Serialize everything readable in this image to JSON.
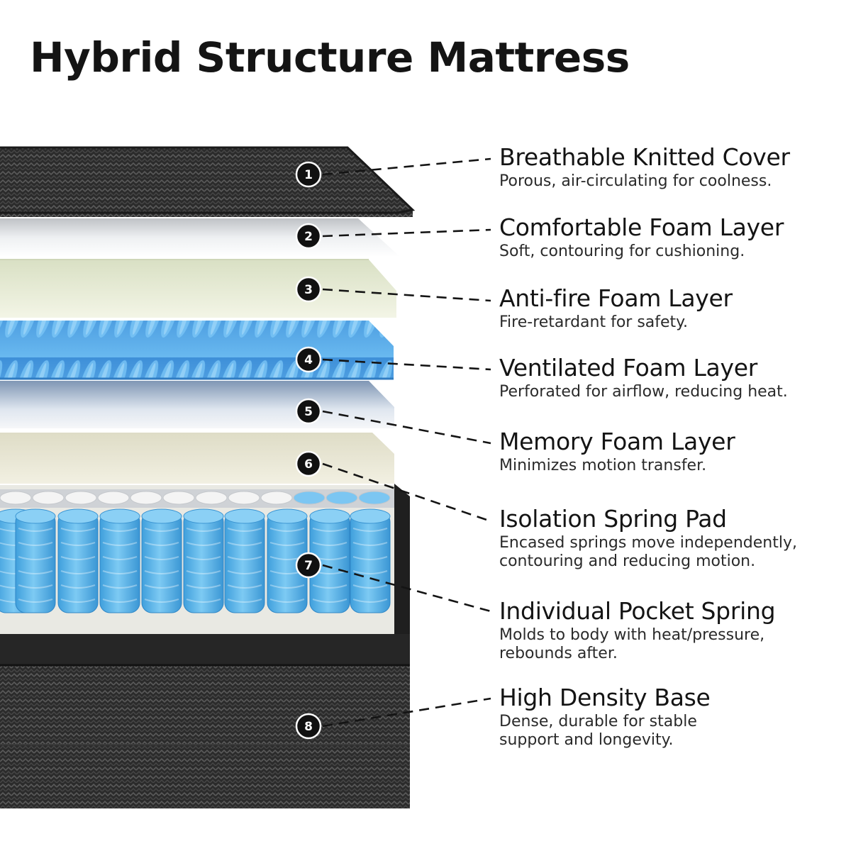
{
  "title": "Hybrid Structure Mattress",
  "colors": {
    "cover_dark": "#2a2a2a",
    "spring_blue": "#5ab7e8",
    "ventilated_blue": "#4a9fdf",
    "foam_cream": "#ecebd8",
    "foam_white": "#f2f2f2",
    "marker": "#111111"
  },
  "layers": [
    {
      "number": "1",
      "name": "Breathable Knitted Cover",
      "description": [
        "Porous, air-circulating for coolness."
      ]
    },
    {
      "number": "2",
      "name": "Comfortable Foam Layer",
      "description": [
        "Soft, contouring for cushioning."
      ]
    },
    {
      "number": "3",
      "name": "Anti-fire Foam Layer",
      "description": [
        "Fire-retardant for safety."
      ]
    },
    {
      "number": "4",
      "name": "Ventilated Foam Layer",
      "description": [
        "Perforated for airflow, reducing heat."
      ]
    },
    {
      "number": "5",
      "name": "Memory Foam Layer",
      "description": [
        "Minimizes motion transfer."
      ]
    },
    {
      "number": "6",
      "name": "Isolation Spring Pad",
      "description": [
        "Encased springs move independently,",
        "contouring and reducing motion."
      ]
    },
    {
      "number": "7",
      "name": "Individual Pocket Spring",
      "description": [
        "Molds to body with heat/pressure,",
        "rebounds after."
      ]
    },
    {
      "number": "8",
      "name": "High Density Base",
      "description": [
        "Dense, durable for stable",
        "support and longevity."
      ]
    }
  ]
}
